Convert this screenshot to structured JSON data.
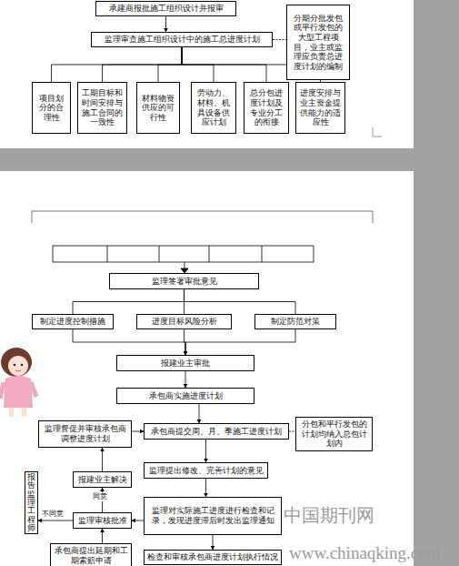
{
  "diagram": {
    "nodes": [
      {
        "text": [
          "承建商报批施工组织设计并报审"
        ]
      },
      {
        "text": [
          "监理审查施工组织设计中的施工总进度计划"
        ]
      },
      {
        "text": [
          "分期分批发包或平行发包的大型工程项目，业主或监理应负责总进度计划的编制"
        ]
      },
      {
        "text": [
          "项目划分的合理性"
        ]
      },
      {
        "text": [
          "工期目标和时间安排与施工合同的一致性"
        ]
      },
      {
        "text": [
          "材料物资供应的可行性"
        ]
      },
      {
        "text": [
          "劳动力、材料、机具设备供应计划"
        ]
      },
      {
        "text": [
          "总分包进度计划及专业分工的衔接"
        ]
      },
      {
        "text": [
          "进度安排与业主资金提供能力的适应性"
        ]
      },
      {
        "text": [
          "监理签署审批意见"
        ]
      },
      {
        "text": [
          "制定进度控制措施"
        ]
      },
      {
        "text": [
          "进度目标风险分析"
        ]
      },
      {
        "text": [
          "制定防范对策"
        ]
      },
      {
        "text": [
          "报建业主审批"
        ]
      },
      {
        "text": [
          "承包商实施进度计划"
        ]
      },
      {
        "text": [
          "监理督促并审核承包商调整进度计划"
        ]
      },
      {
        "text": [
          "承包商提交周、月、季施工进度计划"
        ]
      },
      {
        "text": [
          "分包和平行发包的计划均纳入总包计划内"
        ]
      },
      {
        "text": [
          "监理提出修改、完善计划的意见"
        ]
      },
      {
        "text": [
          "报建业主解决"
        ]
      },
      {
        "text": [
          "报告监理工程师"
        ]
      },
      {
        "text": [
          "监理审核批准"
        ]
      },
      {
        "text": [
          "监理对实际施工进度进行检查和记录，发现进度滞后时发出监理通知"
        ]
      },
      {
        "text": [
          "承包商提出延期和工期索赔申请"
        ]
      },
      {
        "text": [
          "检查和审核承包商进度计划执行情况"
        ]
      }
    ],
    "edges": [
      {
        "from": 0,
        "to": 1,
        "arrow": "to"
      },
      {
        "from": 1,
        "to": 2,
        "arrow": "none"
      },
      {
        "from": 1,
        "to": 3,
        "arrow": "none"
      },
      {
        "from": 1,
        "to": 4,
        "arrow": "none"
      },
      {
        "from": 1,
        "to": 5,
        "arrow": "none"
      },
      {
        "from": 1,
        "to": 6,
        "arrow": "none"
      },
      {
        "from": 1,
        "to": 7,
        "arrow": "none"
      },
      {
        "from": 1,
        "to": 8,
        "arrow": "none"
      },
      {
        "from": 9,
        "to": 10,
        "arrow": "none"
      },
      {
        "from": 9,
        "to": 11,
        "arrow": "none"
      },
      {
        "from": 9,
        "to": 12,
        "arrow": "none"
      },
      {
        "from": 10,
        "to": 13,
        "arrow": "to"
      },
      {
        "from": 11,
        "to": 13,
        "arrow": "to"
      },
      {
        "from": 12,
        "to": 13,
        "arrow": "to"
      },
      {
        "from": 13,
        "to": 14,
        "arrow": "to"
      },
      {
        "from": 14,
        "to": 16,
        "arrow": "to"
      },
      {
        "from": 16,
        "to": 17,
        "arrow": "none"
      },
      {
        "from": 15,
        "to": 16,
        "arrow": "to"
      },
      {
        "from": 16,
        "to": 18,
        "arrow": "to"
      },
      {
        "from": 18,
        "to": 22,
        "arrow": "to"
      },
      {
        "from": 19,
        "to": 15,
        "arrow": "to"
      },
      {
        "from": 21,
        "to": 19,
        "label": "同意",
        "arrow": "to"
      },
      {
        "from": 21,
        "to": 20,
        "label": "不同意",
        "arrow": "to"
      },
      {
        "from": 22,
        "to": 21,
        "arrow": "to"
      },
      {
        "from": 23,
        "to": 21,
        "arrow": "to"
      },
      {
        "from": 22,
        "to": 24,
        "arrow": "to"
      }
    ],
    "labels": [
      "中国期刊网",
      "www.chinaqking.com"
    ]
  }
}
